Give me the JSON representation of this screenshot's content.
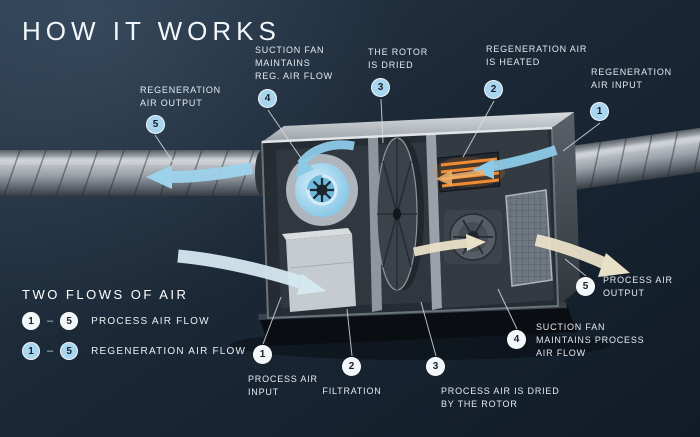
{
  "title": "HOW IT WORKS",
  "legend": {
    "title": "TWO FLOWS OF AIR",
    "dash": "–",
    "rows": [
      {
        "from": "1",
        "to": "5",
        "label": "PROCESS AIR FLOW",
        "flow": "process"
      },
      {
        "from": "1",
        "to": "5",
        "label": "REGENERATION AIR FLOW",
        "flow": "regeneration"
      }
    ]
  },
  "callouts": {
    "regen_output": {
      "number": "5",
      "label": "REGENERATION\nAIR OUTPUT"
    },
    "regen_fan": {
      "number": "4",
      "label": "SUCTION FAN\nMAINTAINS\nREG. AIR FLOW"
    },
    "rotor_dried": {
      "number": "3",
      "label": "THE ROTOR\nIS DRIED"
    },
    "regen_heated": {
      "number": "2",
      "label": "REGENERATION AIR\nIS HEATED"
    },
    "regen_input": {
      "number": "1",
      "label": "REGENERATION\nAIR INPUT"
    },
    "process_input": {
      "number": "1",
      "label": "PROCESS AIR\nINPUT"
    },
    "filtration": {
      "number": "2",
      "label": "FILTRATION"
    },
    "process_dried": {
      "number": "3",
      "label": "PROCESS AIR IS DRIED\nBY THE ROTOR"
    },
    "process_fan": {
      "number": "4",
      "label": "SUCTION FAN\nMAINTAINS PROCESS\nAIR FLOW"
    },
    "process_output": {
      "number": "5",
      "label": "PROCESS AIR\nOUTPUT"
    }
  },
  "colors": {
    "background": "#1b2836",
    "regeneration_blue": "#a9d5ee",
    "process_white": "#f4f7f9",
    "arrow_blue": "#9dd2ec",
    "arrow_cream": "#e9e0c8",
    "heater_orange": "#ef8c33"
  }
}
